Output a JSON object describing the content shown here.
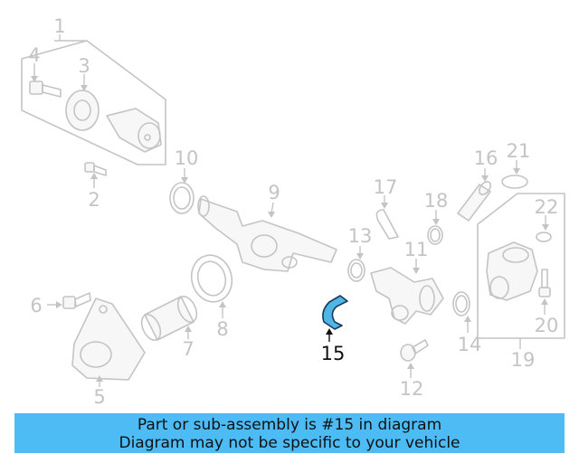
{
  "diagram": {
    "highlighted_part": "15",
    "callouts": [
      "1",
      "2",
      "3",
      "4",
      "5",
      "6",
      "7",
      "8",
      "9",
      "10",
      "11",
      "12",
      "13",
      "14",
      "15",
      "16",
      "17",
      "18",
      "19",
      "20",
      "21",
      "22"
    ]
  },
  "caption": {
    "line1": "Part or sub-assembly is #15 in diagram",
    "line2": "Diagram may not be specific to your vehicle"
  },
  "colors": {
    "banner": "#4dbbf4",
    "highlight_part": "#4fb6e6",
    "ghost_lines": "#c4c4c4"
  }
}
